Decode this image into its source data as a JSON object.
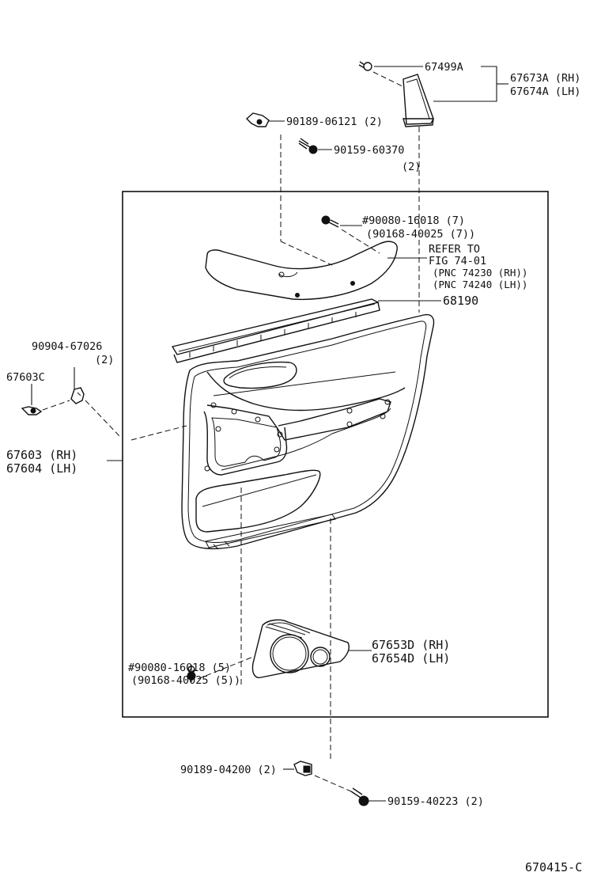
{
  "diagram": {
    "labels": {
      "p67499A": "67499A",
      "p67673A": "67673A (RH)",
      "p67674A": "67674A (LH)",
      "p90189_06121": "90189-06121 (2)",
      "p90159_60370": "90159-60370",
      "p90159_60370_qty": "(2)",
      "p90080_16018_7": "#90080-16018 (7)",
      "p90168_40025_7": "(90168-40025 (7))",
      "refer_to": "REFER TO",
      "fig": "FIG 74-01",
      "pnc_rh": "(PNC 74230 (RH))",
      "pnc_lh": "(PNC 74240 (LH))",
      "p68190": "68190",
      "p90904_67026": "90904-67026",
      "p90904_67026_qty": "(2)",
      "p67603C": "67603C",
      "p67603": "67603 (RH)",
      "p67604": "67604 (LH)",
      "p67653D": "67653D (RH)",
      "p67654D": "67654D (LH)",
      "p90080_16018_5": "#90080-16018 (5)",
      "p90168_40025_5": "(90168-40025 (5))",
      "p90189_04200": "90189-04200 (2)",
      "p90159_40223": "90159-40223 (2)",
      "figure_code": "670415-C"
    },
    "parts": {
      "door_trim_panel": "door-trim-panel",
      "armrest_upper": "armrest-upper-panel",
      "weatherstrip": "weatherstrip-68190",
      "speaker_grille": "speaker-grille",
      "corner_cover": "corner-cover",
      "clip": "clip-fastener",
      "screw": "screw-fastener"
    },
    "colors": {
      "ink": "#111111",
      "paper": "#ffffff"
    }
  }
}
